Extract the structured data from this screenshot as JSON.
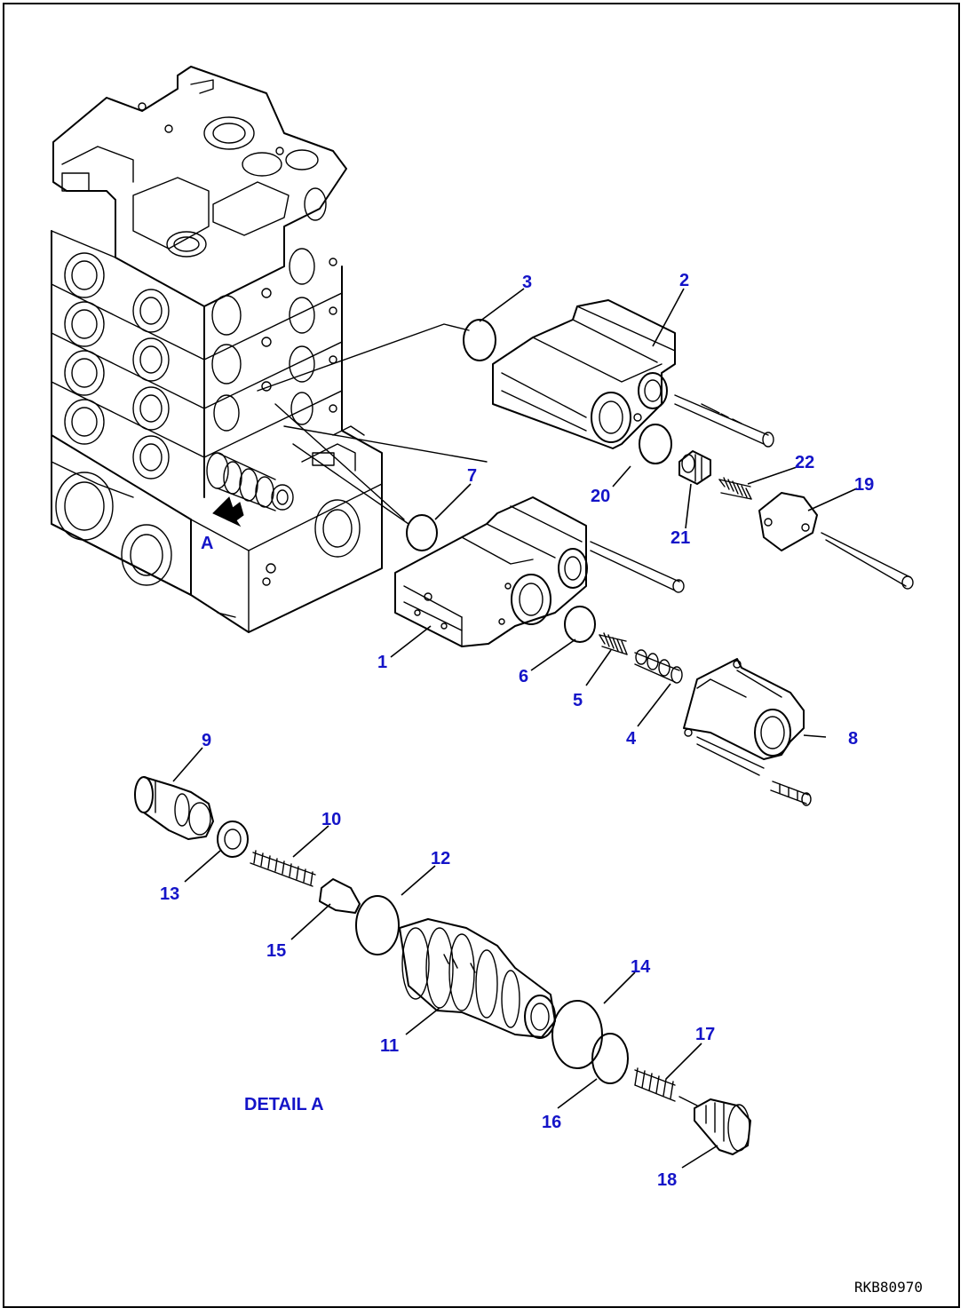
{
  "drawing": {
    "detail_label": "DETAIL A",
    "view_marker": "A",
    "drawing_code": "RKB80970"
  },
  "callouts": [
    {
      "id": "c1",
      "label": "1"
    },
    {
      "id": "c2",
      "label": "2"
    },
    {
      "id": "c3",
      "label": "3"
    },
    {
      "id": "c4",
      "label": "4"
    },
    {
      "id": "c5",
      "label": "5"
    },
    {
      "id": "c6",
      "label": "6"
    },
    {
      "id": "c7",
      "label": "7"
    },
    {
      "id": "c8",
      "label": "8"
    },
    {
      "id": "c9",
      "label": "9"
    },
    {
      "id": "c10",
      "label": "10"
    },
    {
      "id": "c11",
      "label": "11"
    },
    {
      "id": "c12",
      "label": "12"
    },
    {
      "id": "c13",
      "label": "13"
    },
    {
      "id": "c14",
      "label": "14"
    },
    {
      "id": "c15",
      "label": "15"
    },
    {
      "id": "c16",
      "label": "16"
    },
    {
      "id": "c17",
      "label": "17"
    },
    {
      "id": "c18",
      "label": "18"
    },
    {
      "id": "c19",
      "label": "19"
    },
    {
      "id": "c20",
      "label": "20"
    },
    {
      "id": "c21",
      "label": "21"
    },
    {
      "id": "c22",
      "label": "22"
    }
  ],
  "colors": {
    "callout": "#1414c8",
    "linework": "#000000",
    "background": "#ffffff"
  }
}
